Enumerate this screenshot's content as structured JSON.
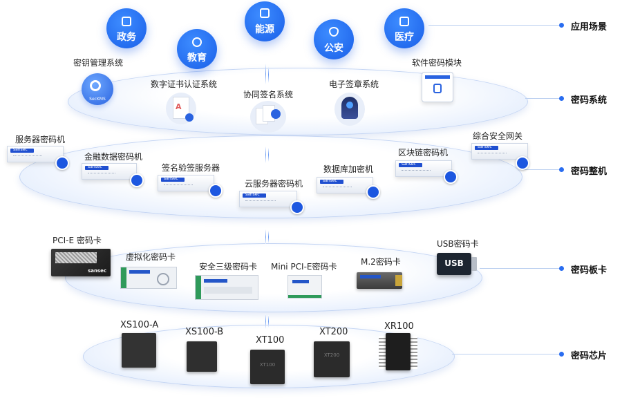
{
  "colors": {
    "accent": "#1a5fe8",
    "line": "#bcd0f0",
    "text": "#222222"
  },
  "scenarios": [
    {
      "id": "gov",
      "label": "政务",
      "icon": "bank-icon"
    },
    {
      "id": "edu",
      "label": "教育",
      "icon": "yen-icon"
    },
    {
      "id": "energy",
      "label": "能源",
      "icon": "battery-icon"
    },
    {
      "id": "police",
      "label": "公安",
      "icon": "shield-icon"
    },
    {
      "id": "medical",
      "label": "医疗",
      "icon": "hospital-icon"
    }
  ],
  "layers": {
    "scenario": "应用场景",
    "system": "密码系统",
    "machine": "密码整机",
    "card": "密码板卡",
    "chip": "密码芯片"
  },
  "systems": {
    "key_mgmt": "密钥管理系统",
    "digital_cert": "数字证书认证系统",
    "cosign": "协同签名系统",
    "e_seal": "电子签章系统",
    "soft_crypto": "软件密码模块",
    "key_mgmt_badge": "SecKMS"
  },
  "machines": {
    "server": "服务器密码机",
    "finance": "金融数据密码机",
    "sign_verify": "签名验签服务器",
    "cloud": "云服务器密码机",
    "db_encrypt": "数据库加密机",
    "blockchain": "区块链密码机",
    "gateway": "综合安全网关",
    "brand": "sansec"
  },
  "cards": {
    "pcie": "PCI-E 密码卡",
    "virtual": "虚拟化密码卡",
    "level3": "安全三级密码卡",
    "mini_pcie": "Mini PCI-E密码卡",
    "m2": "M.2密码卡",
    "usb": "USB密码卡",
    "usb_text": "USB",
    "brand": "sansec"
  },
  "chips": {
    "xs100a": "XS100-A",
    "xs100b": "XS100-B",
    "xt100": "XT100",
    "xt200": "XT200",
    "xr100": "XR100",
    "xt100_mark": "XT100",
    "xt200_mark": "XT200"
  }
}
